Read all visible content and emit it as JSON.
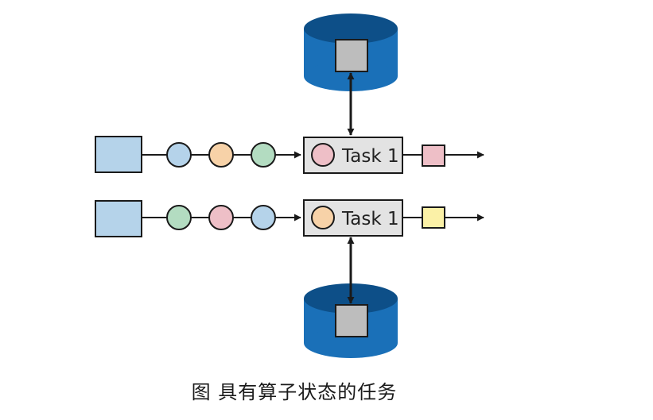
{
  "diagram": {
    "colors": {
      "source_fill": "#b5d3ea",
      "circle_blue": "#b5d3ea",
      "circle_orange": "#f7d2a8",
      "circle_green": "#b3dcc1",
      "circle_pink": "#eebfc7",
      "out_pink": "#eebfc7",
      "out_yellow": "#fbf1a7",
      "task_fill": "#e3e3e3",
      "state_blue": "#1a70b8",
      "state_blue_dark": "#0d4f88",
      "state_square": "#bdbdbd",
      "stroke": "#1a1a1a"
    },
    "rows": [
      {
        "input_events": [
          "circle_blue",
          "circle_orange",
          "circle_green"
        ],
        "task": {
          "label": "Task 1",
          "current_event": "circle_pink"
        },
        "output": "out_pink",
        "state_store": "top"
      },
      {
        "input_events": [
          "circle_green",
          "circle_pink",
          "circle_blue"
        ],
        "task": {
          "label": "Task 1",
          "current_event": "circle_orange"
        },
        "output": "out_yellow",
        "state_store": "bottom"
      }
    ]
  },
  "caption": "图  具有算子状态的任务"
}
